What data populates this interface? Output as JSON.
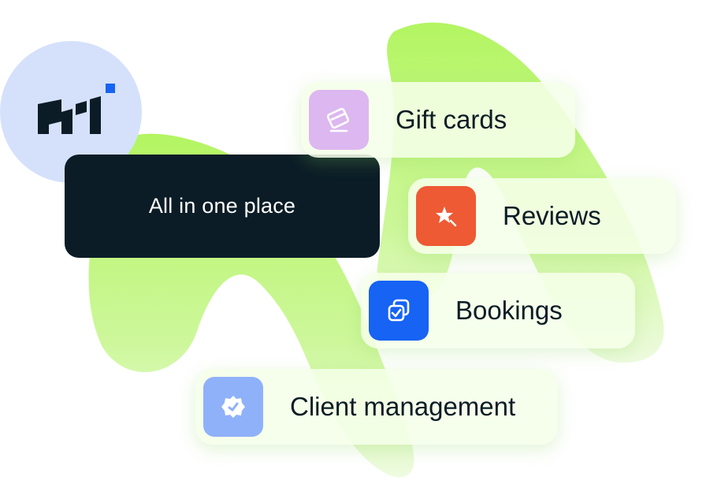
{
  "banner": {
    "text": "All in one place"
  },
  "features": [
    {
      "label": "Gift cards",
      "icon": "gift-card-icon",
      "color": "#dcb7f0"
    },
    {
      "label": "Reviews",
      "icon": "star-icon",
      "color": "#ee5a33"
    },
    {
      "label": "Bookings",
      "icon": "bookings-icon",
      "color": "#1663f4"
    },
    {
      "label": "Client management",
      "icon": "badge-check-icon",
      "color": "#8fb1fa"
    }
  ],
  "colors": {
    "accent_green": "#b7f56a",
    "logo_circle": "#d5e1fb",
    "banner_bg": "#0b1c26",
    "logo_dot": "#1663f4"
  }
}
